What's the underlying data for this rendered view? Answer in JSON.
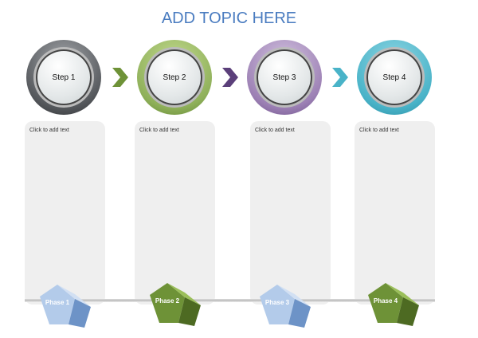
{
  "title": "ADD TOPIC HERE",
  "steps": [
    {
      "label": "Step 1",
      "color": "#6b6e72"
    },
    {
      "label": "Step 2",
      "color": "#8fb05a"
    },
    {
      "label": "Step 3",
      "color": "#9c80b4"
    },
    {
      "label": "Step 4",
      "color": "#49b3c8"
    }
  ],
  "panels": [
    "Click to add text",
    "Click to add text",
    "Click to add text",
    "Click to add text"
  ],
  "phases": [
    {
      "label": "Phase 1",
      "color": "#9fbde3"
    },
    {
      "label": "Phase 2",
      "color": "#6e9237"
    },
    {
      "label": "Phase 3",
      "color": "#9fbde3"
    },
    {
      "label": "Phase 4",
      "color": "#6e9237"
    }
  ],
  "arrows": [
    "#6e9237",
    "#5b3f7a",
    "#49b3c8"
  ]
}
